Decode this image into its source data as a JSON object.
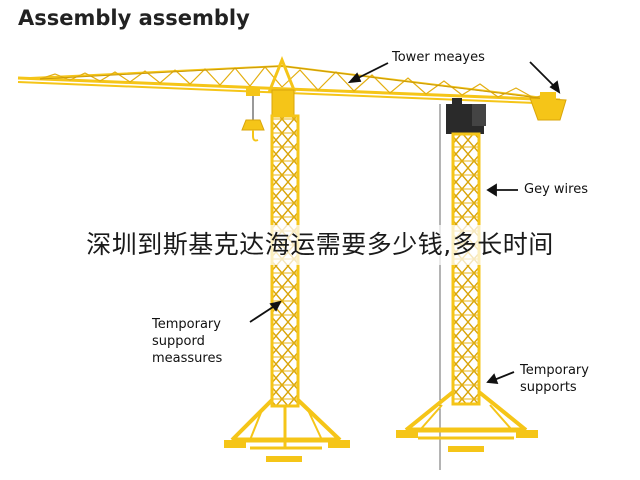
{
  "title": "Assembly assembly",
  "labels": {
    "tower_meayes": "Tower meayes",
    "gey_wires": "Gey wires",
    "temp_suppord_line1": "Temporary",
    "temp_suppord_line2": "suppord",
    "temp_suppord_line3": "meassures",
    "temp_supports_line1": "Temporary",
    "temp_supports_line2": "supports"
  },
  "overlay_text": "深圳到斯基克达海运需要多少钱,多长时间",
  "colors": {
    "crane_yellow": "#f5c518",
    "crane_shadow": "#d9a50a",
    "machinery_dark": "#2a2a2a",
    "arrow": "#111111"
  }
}
